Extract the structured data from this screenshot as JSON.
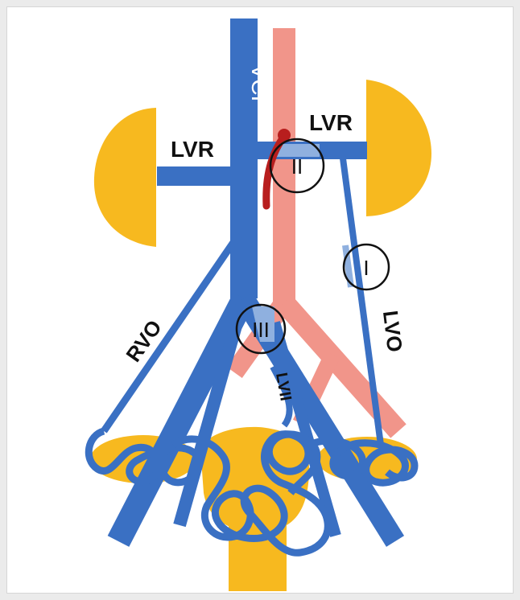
{
  "labels": {
    "vci": "VCI",
    "lvr_left": "LVR",
    "lvr_right": "LVR",
    "rvo": "RVO",
    "lvo": "LVO",
    "lvii": "LVII"
  },
  "markers": {
    "one": "I",
    "two": "II",
    "three": "III"
  },
  "colors": {
    "vein": "#3a70c3",
    "vein_highlight": "#8fb0df",
    "artery": "#f1958a",
    "artery_dark": "#b81e1e",
    "organ": "#f7b91f",
    "text": "#111111",
    "frame_bg": "#ffffff",
    "page_bg": "#ebebeb"
  }
}
